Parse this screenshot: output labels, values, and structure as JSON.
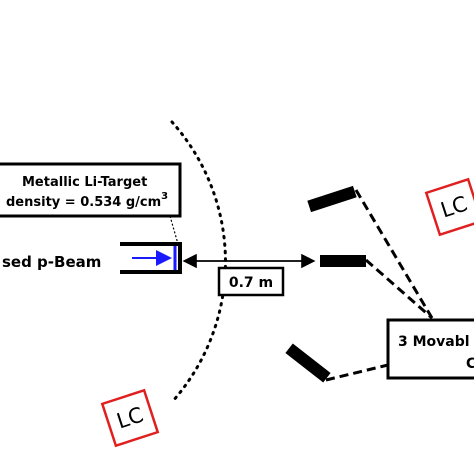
{
  "target_box": {
    "line1": "Metallic Li-Target",
    "line2": "density = 0.534 g/cm",
    "line2_superscript": "3"
  },
  "beam_label": "sed p-Beam",
  "distance_label": "0.7 m",
  "detector_box": {
    "line1": "3 Movabl",
    "line2": "C"
  },
  "lc_labels": [
    "LC",
    "LC"
  ],
  "colors": {
    "ink": "#000000",
    "beam_arrow": "#1a1aff",
    "lc_border": "#e02020"
  }
}
